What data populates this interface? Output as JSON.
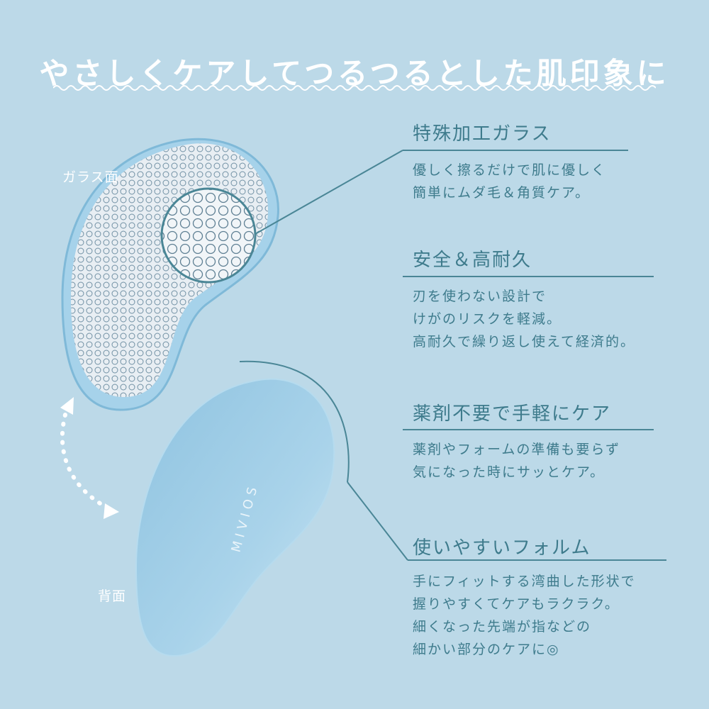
{
  "headline": "やさしくケアしてつるつるとした肌印象に",
  "labels": {
    "glass_side": "ガラス面",
    "back_side": "背面"
  },
  "brand": "MIVIOS",
  "features": [
    {
      "title": "特殊加工ガラス",
      "lines": [
        "優しく擦るだけで肌に優しく",
        "簡単にムダ毛＆角質ケア。"
      ]
    },
    {
      "title": "安全＆高耐久",
      "lines": [
        "刃を使わない設計で",
        "けがのリスクを軽減。",
        "高耐久で繰り返し使えて経済的。"
      ]
    },
    {
      "title": "薬剤不要で手軽にケア",
      "lines": [
        "薬剤やフォームの準備も要らず",
        "気になった時にサッとケア。"
      ]
    },
    {
      "title": "使いやすいフォルム",
      "lines": [
        "手にフィットする湾曲した形状で",
        "握りやすくてケアもラクラク。",
        "細くなった先端が指などの",
        "細かい部分のケアに◎"
      ]
    }
  ],
  "colors": {
    "background": "#bcd9e8",
    "accent": "#3e7b8c",
    "text_on_bg": "#ffffff"
  }
}
